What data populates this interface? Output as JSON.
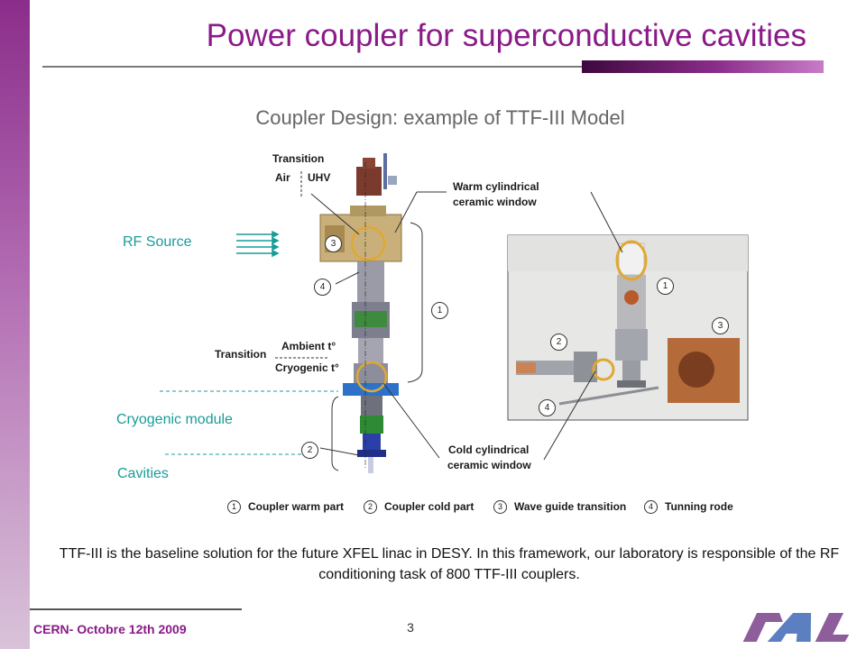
{
  "header": {
    "title": "Power coupler for superconductive cavities",
    "subtitle": "Coupler Design: example of TTF-III Model"
  },
  "side_labels": {
    "rf_source": "RF Source",
    "cryogenic_module": "Cryogenic module",
    "cavities": "Cavities"
  },
  "diagram_labels": {
    "transition_top": "Transition",
    "air": "Air",
    "uhv": "UHV",
    "warm_window_line1": "Warm cylindrical",
    "warm_window_line2": "ceramic window",
    "ambient": "Ambient t°",
    "transition_mid": "Transition",
    "cryogenic": "Cryogenic t°",
    "cold_window_line1": "Cold cylindrical",
    "cold_window_line2": "ceramic window"
  },
  "markers": [
    "1",
    "2",
    "3",
    "4"
  ],
  "legend": [
    {
      "num": "1",
      "label": "Coupler warm part"
    },
    {
      "num": "2",
      "label": "Coupler cold part"
    },
    {
      "num": "3",
      "label": "Wave guide transition"
    },
    {
      "num": "4",
      "label": "Tunning rode"
    }
  ],
  "body_text": "TTF-III is the baseline solution for the future XFEL linac in DESY. In this framework, our laboratory is responsible of the RF conditioning task of 800 TTF-III couplers.",
  "footer": {
    "left": "CERN- Octobre 12th 2009",
    "page": "3"
  },
  "logo_text": "LAL",
  "colors": {
    "title": "#8a1a88",
    "accent_teal": "#199c99",
    "sidebar": "#a04aa0"
  }
}
